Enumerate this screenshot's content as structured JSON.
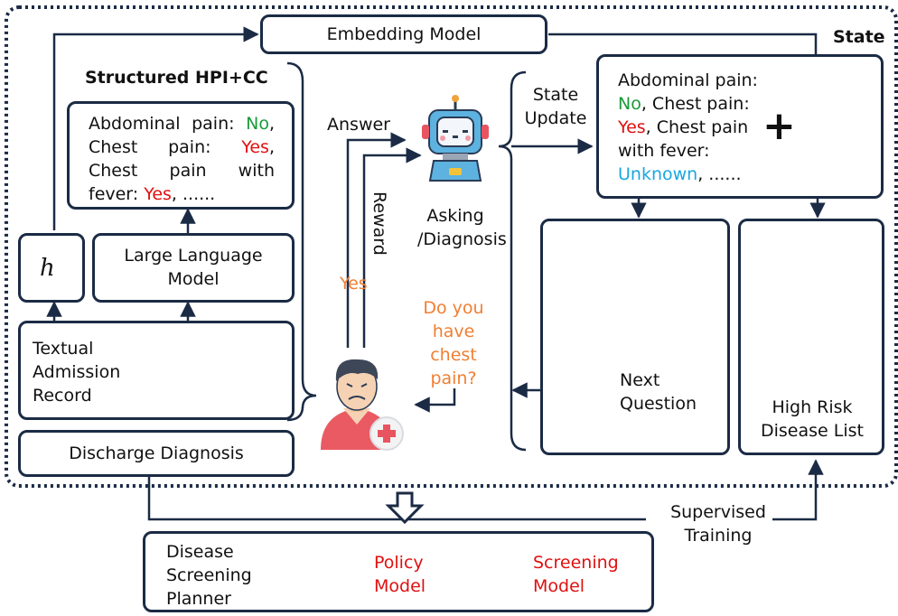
{
  "embedding_model": "Embedding Model",
  "state_title": "State",
  "structured_title": "Structured HPI+CC",
  "hpi_text": {
    "part1": "Abdominal pain: ",
    "no": "No",
    "part2": ", Chest pain: ",
    "yes1": "Yes",
    "part3": ", Chest pain with fever: ",
    "yes2": "Yes",
    "part4": ", ......"
  },
  "h_label": "h",
  "llm_label": "Large Language Model",
  "textual_record": "Textual Admission Record",
  "discharge_diagnosis": "Discharge Diagnosis",
  "answer_label": "Answer",
  "reward_label": "Reward",
  "asking_label": "Asking /Diagnosis",
  "yes_label": "Yes",
  "question_label": "Do you have chest pain?",
  "state_update_label": "State Update",
  "state_text": {
    "part1": "Abdominal pain: ",
    "no": "No",
    "part2": ", Chest pain: ",
    "yes": "Yes",
    "part3": ", Chest pain with fever: ",
    "unknown": "Unknown",
    "part4": ", ......"
  },
  "plus_sign": "+",
  "next_question": "Next Question",
  "high_risk": "High Risk Disease List",
  "supervised_training": "Supervised Training",
  "planner_label": "Disease Screening Planner",
  "policy_model": "Policy Model",
  "screening_model": "Screening Model",
  "colors": {
    "frame": "#1b2b45",
    "green": "#1a9a3a",
    "red": "#e01010",
    "blue": "#1aa6e0",
    "orange": "#f07f33"
  }
}
